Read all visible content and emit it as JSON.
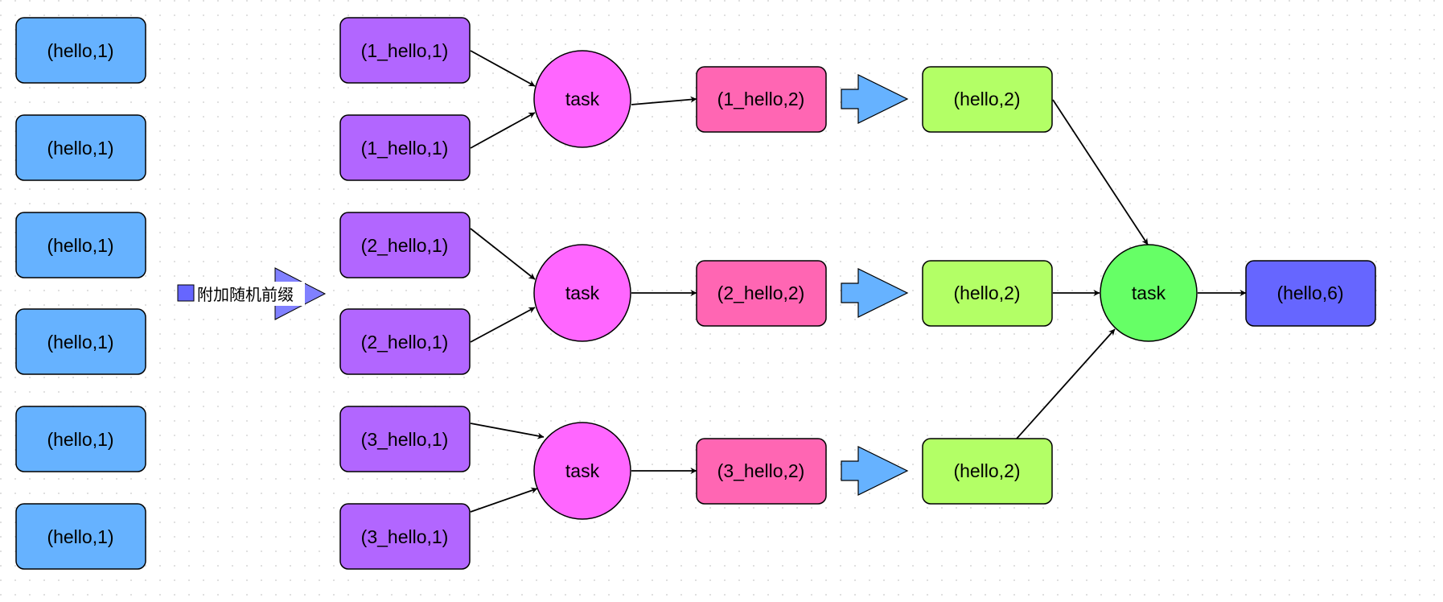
{
  "colors": {
    "source": "#66b2ff",
    "prefixed": "#b266ff",
    "task_local": "#ff66ff",
    "partial": "#ff66b3",
    "stripped": "#b3ff66",
    "task_global": "#66ff66",
    "final": "#6666ff",
    "legend_marker": "#6666ff",
    "block_arrow": "#66b2ff",
    "legend_arrow": "#8080ff",
    "grid": "#d0d0d0"
  },
  "source_nodes": [
    "(hello,1)",
    "(hello,1)",
    "(hello,1)",
    "(hello,1)",
    "(hello,1)",
    "(hello,1)"
  ],
  "legend": {
    "label": "附加随机前缀"
  },
  "prefixed_nodes": [
    "(1_hello,1)",
    "(1_hello,1)",
    "(2_hello,1)",
    "(2_hello,1)",
    "(3_hello,1)",
    "(3_hello,1)"
  ],
  "local_tasks": [
    "task",
    "task",
    "task"
  ],
  "partial_results": [
    "(1_hello,2)",
    "(2_hello,2)",
    "(3_hello,2)"
  ],
  "stripped_results": [
    "(hello,2)",
    "(hello,2)",
    "(hello,2)"
  ],
  "global_task": "task",
  "final_result": "(hello,6)"
}
